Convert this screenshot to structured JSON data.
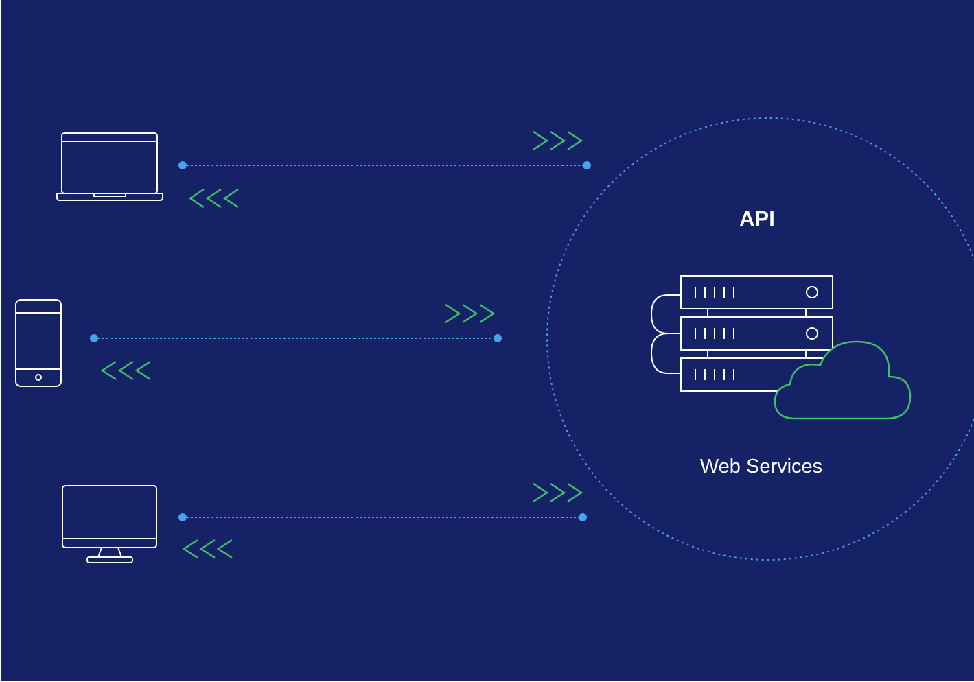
{
  "diagram": {
    "api_label": "API",
    "services_label": "Web Services",
    "clients": [
      {
        "name": "laptop",
        "icon": "laptop-icon",
        "request_marker": ">>>",
        "response_marker": "<<<"
      },
      {
        "name": "phone",
        "icon": "phone-icon",
        "request_marker": ">>>",
        "response_marker": "<<<"
      },
      {
        "name": "desktop",
        "icon": "desktop-icon",
        "request_marker": ">>>",
        "response_marker": "<<<"
      }
    ],
    "server_icon": "server-rack-icon",
    "cloud_icon": "cloud-icon",
    "boundary": "dotted-circle"
  },
  "colors": {
    "background": "#162266",
    "icon_stroke": "#ffffff",
    "connector": "#4aa3e8",
    "arrows": "#3fbf6a",
    "cloud": "#3fbf6a",
    "text": "#ffffff"
  }
}
